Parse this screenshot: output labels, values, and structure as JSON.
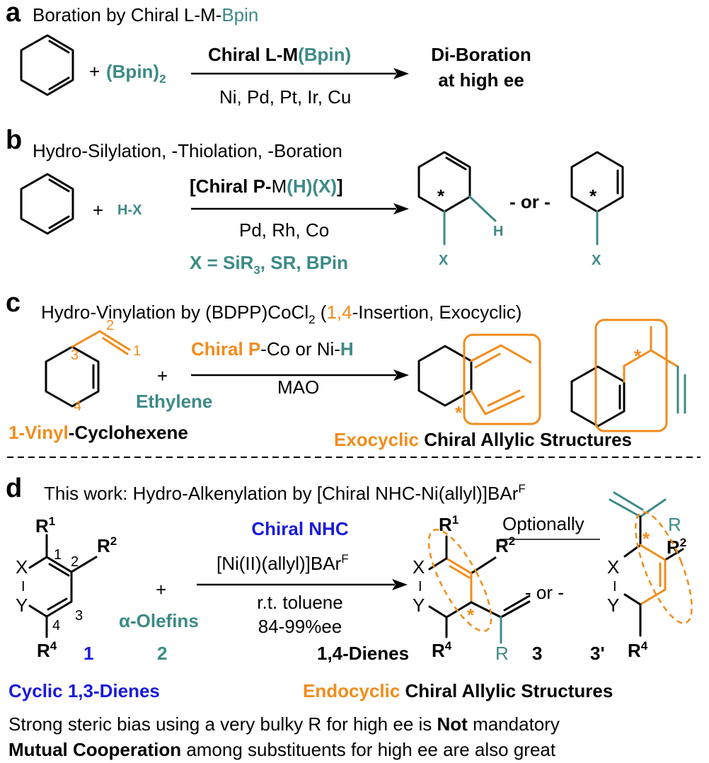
{
  "colors": {
    "teal": "#3c8a87",
    "orange": "#f28c1c",
    "blue": "#1a1adc",
    "black": "#000000"
  },
  "a": {
    "label": "a",
    "title_main": "Boration by Chiral L-M-",
    "title_accent": "Bpin",
    "reagent_plus": "+",
    "reagent": "(Bpin)",
    "reagent_sub": "2",
    "cond_top_main": "Chiral L-M",
    "cond_top_accent": "(Bpin)",
    "cond_bottom": "Ni, Pd, Pt, Ir, Cu",
    "product_line1": "Di-Boration",
    "product_line2": "at high ee"
  },
  "b": {
    "label": "b",
    "title": "Hydro-Silylation, -Thiolation, -Boration",
    "plus": "+",
    "reagent": "H-X",
    "cond_top_open": "[",
    "cond_top_chiral": "Chiral P-",
    "cond_top_m": "M",
    "cond_top_hx": "(H)(X)",
    "cond_top_close": "]",
    "cond_mid": "Pd, Rh, Co",
    "cond_bottom_pre": "X = SiR",
    "cond_bottom_sub": "3",
    "cond_bottom_post": ", SR, BPin",
    "or": "- or -",
    "star": "*",
    "h": "H",
    "x": "X"
  },
  "c": {
    "label": "c",
    "title_pre": "Hydro-Vinylation by (BDPP)CoCl",
    "title_sub": "2",
    "title_open": " (",
    "title_accent": "1,4",
    "title_post": "-Insertion, Exocyclic)",
    "n1": "1",
    "n2": "2",
    "n3": "3",
    "n4": "4",
    "plus": "+",
    "reagent": "Ethylene",
    "cond_top_chiral": "Chiral P",
    "cond_top_mid": "-Co or Ni-",
    "cond_top_h": "H",
    "cond_bottom": "MAO",
    "substrate_accent": "1-Vinyl",
    "substrate_rest": "-Cyclohexene",
    "caption_accent": "Exocyclic",
    "caption_rest": " Chiral Allylic Structures",
    "star": "*"
  },
  "d": {
    "label": "d",
    "title_pre": "This work:   Hydro-Alkenylation by [Chiral NHC-Ni(allyl)]BAr",
    "title_sup": "F",
    "r1": "R",
    "r1_sup": "1",
    "r2": "R",
    "r2_sup": "2",
    "r4": "R",
    "r4_sup": "4",
    "x": "X",
    "i": "I",
    "y": "Y",
    "n1": "1",
    "n2": "2",
    "n3": "3",
    "n4": "4",
    "plus": "+",
    "reagent": "α-Olefins",
    "cond_top": "Chiral NHC",
    "cond_mid": "[Ni(II)(allyl)]BAr",
    "cond_mid_sup": "F",
    "cond_low": "r.t. toluene",
    "cond_ee": "84-99%ee",
    "optionally": "Optionally",
    "or": "- or -",
    "cmpd1": "1",
    "cmpd2": "2",
    "cmpd3": "3",
    "cmpd3p": "3'",
    "dienes_label": "1,4-Dienes",
    "r": "R",
    "star": "*",
    "substrate_caption": "Cyclic 1,3-Dienes",
    "caption_accent": "Endocyclic",
    "caption_rest": " Chiral Allylic Structures",
    "note1_pre": "Strong steric bias using a very bulky R for high ee is ",
    "note1_bold": "Not",
    "note1_post": " mandatory",
    "note2_bold": "Mutual Cooperation",
    "note2_post": " among substituents for high ee are also great"
  }
}
